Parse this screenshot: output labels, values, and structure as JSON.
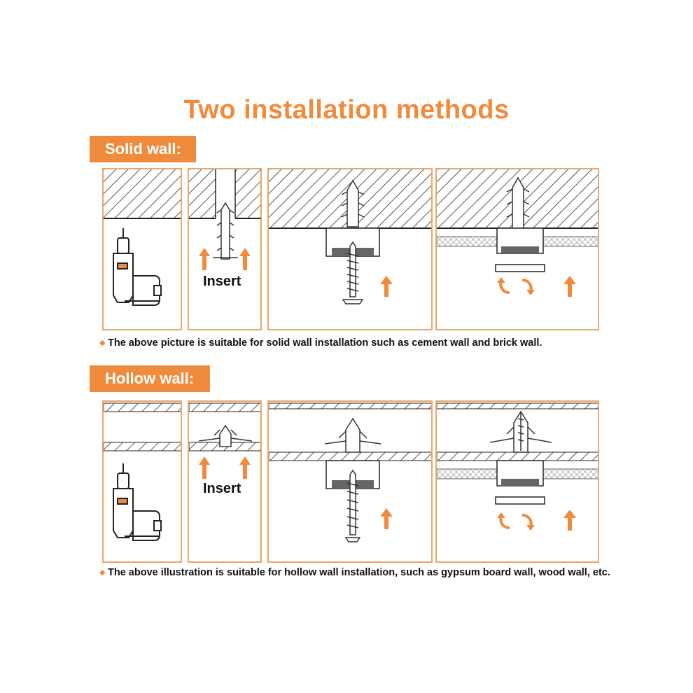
{
  "title": "Two installation methods",
  "sections": {
    "solid": {
      "label": "Solid wall:",
      "insert_label": "Insert",
      "note": "The above picture is suitable for solid wall installation such as cement wall and brick wall."
    },
    "hollow": {
      "label": "Hollow wall:",
      "insert_label": "Insert",
      "note": "The above illustration is suitable for hollow wall installation, such as gypsum board wall, wood wall, etc."
    }
  },
  "colors": {
    "accent": "#f08a3c",
    "panel_border": "#e9a66d",
    "ink": "#333333"
  },
  "icons": [
    "drill-icon",
    "anchor-icon",
    "screw-icon",
    "arrow-up-icon",
    "rotate-icon"
  ]
}
